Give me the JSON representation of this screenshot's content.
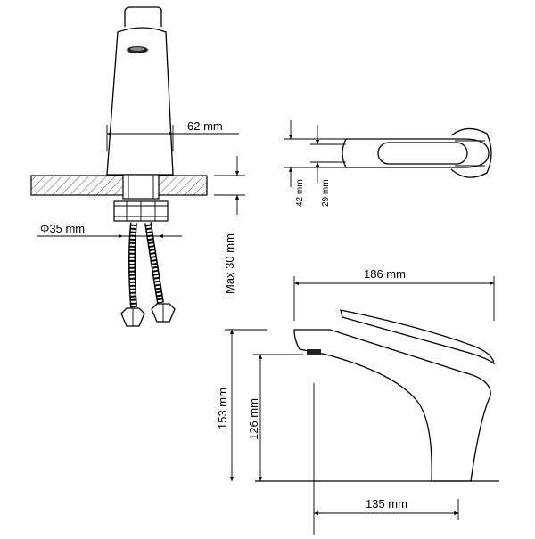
{
  "dimensions": {
    "width_top": "62 mm",
    "pipe_diameter": "Φ35 mm",
    "max_thickness": "Max 30 mm",
    "handle_42": "42 mm",
    "handle_29": "29 mm",
    "length": "186 mm",
    "height_total": "153 mm",
    "height_spout": "126 mm",
    "reach": "135 mm"
  }
}
